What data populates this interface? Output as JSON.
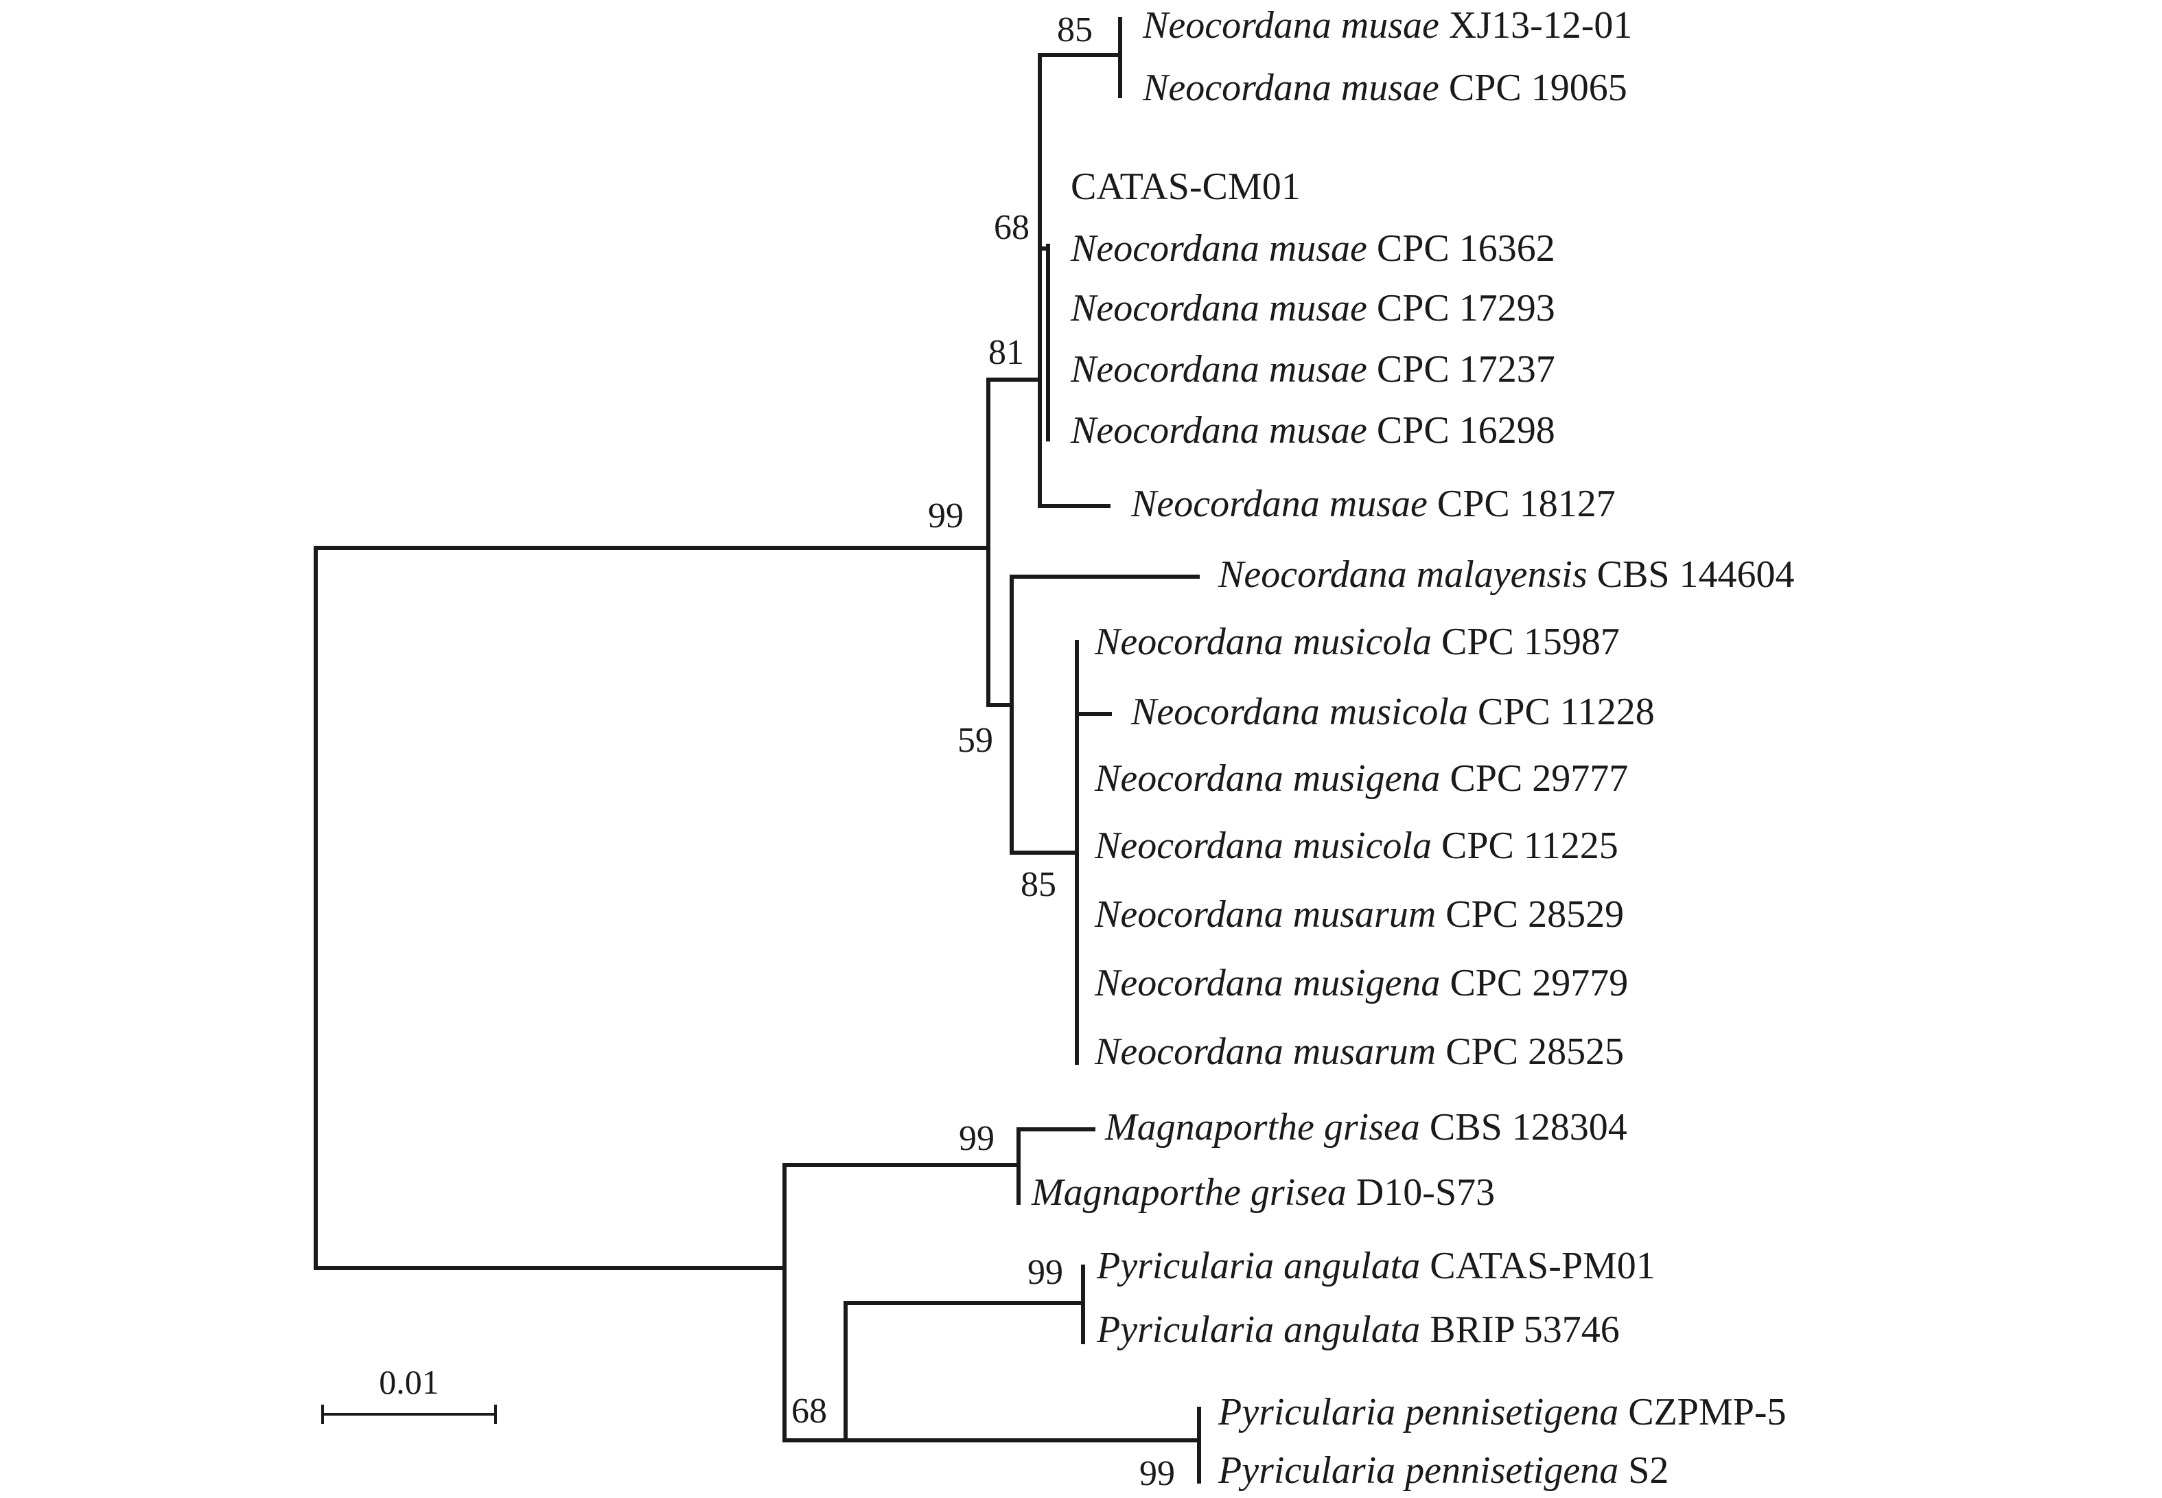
{
  "tree": {
    "taxa": [
      {
        "genus_species": "Neocordana musae",
        "strain": "XJ13-12-01"
      },
      {
        "genus_species": "Neocordana musae",
        "strain": "CPC 19065"
      },
      {
        "genus_species": "",
        "strain": "CATAS-CM01"
      },
      {
        "genus_species": "Neocordana musae",
        "strain": "CPC 16362"
      },
      {
        "genus_species": "Neocordana musae",
        "strain": "CPC 17293"
      },
      {
        "genus_species": "Neocordana musae",
        "strain": "CPC 17237"
      },
      {
        "genus_species": "Neocordana musae",
        "strain": "CPC 16298"
      },
      {
        "genus_species": "Neocordana musae",
        "strain": "CPC 18127"
      },
      {
        "genus_species": "Neocordana malayensis",
        "strain": "CBS 144604"
      },
      {
        "genus_species": "Neocordana musicola",
        "strain": "CPC 15987"
      },
      {
        "genus_species": "Neocordana musicola",
        "strain": "CPC 11228"
      },
      {
        "genus_species": "Neocordana musigena",
        "strain": "CPC 29777"
      },
      {
        "genus_species": "Neocordana musicola",
        "strain": "CPC 11225"
      },
      {
        "genus_species": "Neocordana musarum",
        "strain": "CPC 28529"
      },
      {
        "genus_species": "Neocordana musigena",
        "strain": "CPC 29779"
      },
      {
        "genus_species": "Neocordana musarum",
        "strain": "CPC 28525"
      },
      {
        "genus_species": "Magnaporthe grisea",
        "strain": "CBS 128304"
      },
      {
        "genus_species": "Magnaporthe grisea",
        "strain": "D10-S73"
      },
      {
        "genus_species": "Pyricularia angulata",
        "strain": "CATAS-PM01"
      },
      {
        "genus_species": "Pyricularia angulata",
        "strain": "BRIP 53746"
      },
      {
        "genus_species": "Pyricularia pennisetigena",
        "strain": "CZPMP-5"
      },
      {
        "genus_species": "Pyricularia pennisetigena",
        "strain": "S2"
      }
    ],
    "support_values": [
      "85",
      "68",
      "81",
      "99",
      "59",
      "85",
      "99",
      "99",
      "68",
      "99"
    ],
    "scale_bar": "0.01"
  }
}
